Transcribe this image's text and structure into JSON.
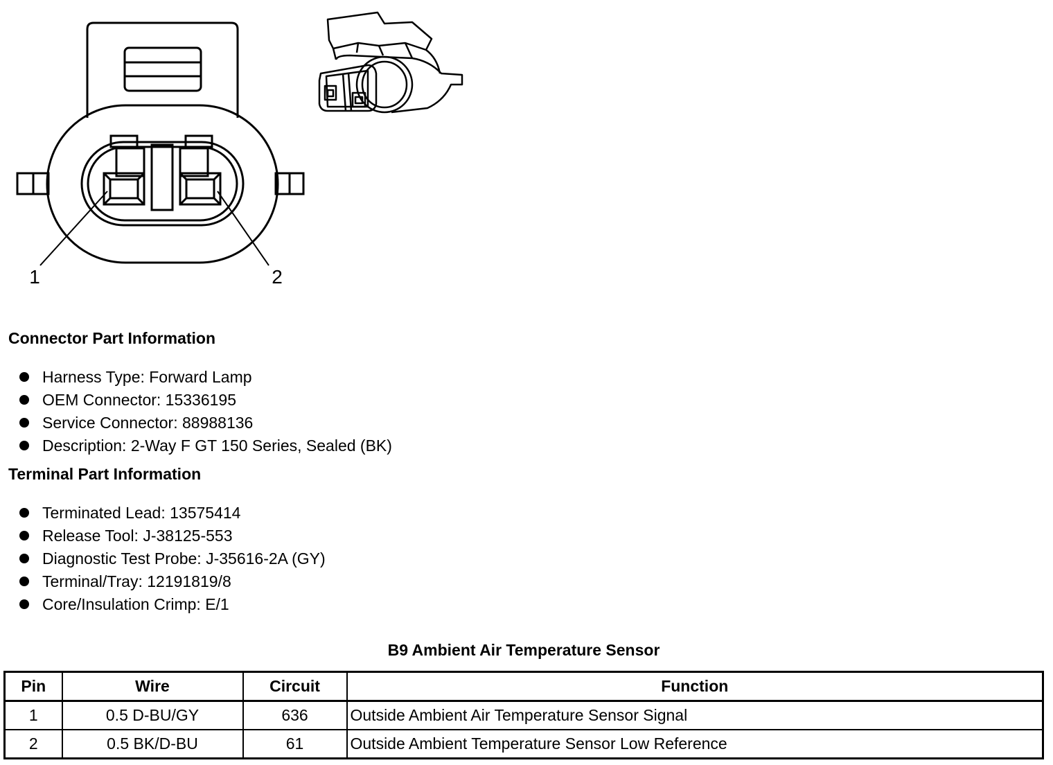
{
  "diagram": {
    "pin_labels": [
      "1",
      "2"
    ]
  },
  "connector_info": {
    "heading": "Connector Part Information",
    "items": [
      "Harness Type: Forward Lamp",
      "OEM Connector: 15336195",
      "Service Connector: 88988136",
      "Description: 2-Way F GT 150 Series, Sealed (BK)"
    ]
  },
  "terminal_info": {
    "heading": "Terminal Part Information",
    "items": [
      "Terminated Lead: 13575414",
      "Release Tool: J-38125-553",
      "Diagnostic Test Probe: J-35616-2A (GY)",
      "Terminal/Tray: 12191819/8",
      "Core/Insulation Crimp: E/1"
    ]
  },
  "table": {
    "title": "B9 Ambient Air Temperature Sensor",
    "headers": [
      "Pin",
      "Wire",
      "Circuit",
      "Function"
    ],
    "rows": [
      [
        "1",
        "0.5 D-BU/GY",
        "636",
        "Outside Ambient Air Temperature Sensor Signal"
      ],
      [
        "2",
        "0.5 BK/D-BU",
        "61",
        "Outside Ambient Temperature Sensor Low Reference"
      ]
    ]
  }
}
